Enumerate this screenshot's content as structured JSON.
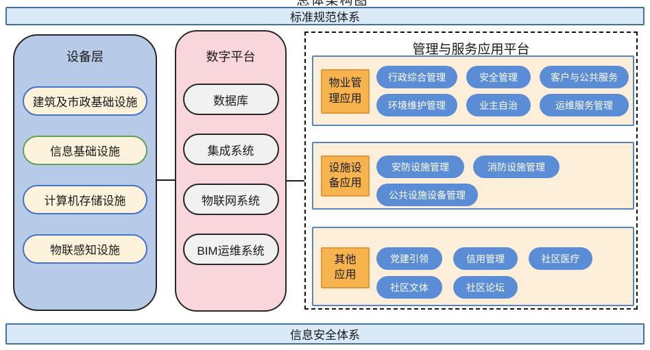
{
  "title_partial": "总体架构图",
  "top_bar": {
    "label": "标准规范体系"
  },
  "bottom_bar": {
    "label": "信息安全体系"
  },
  "device_layer": {
    "title": "设备层",
    "items": [
      {
        "label": "建筑及市政基础设施",
        "border_color": "#4472c4"
      },
      {
        "label": "信息基础设施",
        "border_color": "#5fa157"
      },
      {
        "label": "计算机存储设施",
        "border_color": "#4472c4"
      },
      {
        "label": "物联感知设施",
        "border_color": "#4472c4"
      }
    ]
  },
  "digital_platform": {
    "title": "数字平台",
    "items": [
      {
        "label": "数据库"
      },
      {
        "label": "集成系统"
      },
      {
        "label": "物联网系统"
      },
      {
        "label": "BIM运维系统"
      }
    ]
  },
  "application_platform": {
    "title": "管理与服务应用平台",
    "groups": [
      {
        "label": "物业管\n理应用",
        "rows": [
          [
            "行政综合管理",
            "安全管理",
            "客户与公共服务"
          ],
          [
            "环境维护管理",
            "业主自治",
            "运维服务管理"
          ]
        ]
      },
      {
        "label": "设施设\n备应用",
        "rows": [
          [
            "安防设施管理",
            "消防设施管理"
          ],
          [
            "公共设施设备管理"
          ]
        ]
      },
      {
        "label": "其他\n应用",
        "rows": [
          [
            "党建引领",
            "信用管理",
            "社区医疗"
          ],
          [
            "社区文体",
            "社区论坛"
          ]
        ]
      }
    ]
  },
  "colors": {
    "bar_fill": "#d9e9f7",
    "bar_border": "#41719c",
    "device_column_fill": "#b7cbe9",
    "digital_column_fill": "#f8d6dc",
    "device_item_fill": "#fdf3dc",
    "digital_item_fill": "#f1f1f1",
    "group_fill": "#fdeeda",
    "group_border": "#5585c2",
    "tag_fill": "#f7b44e",
    "tag_border": "#e2973a",
    "pill_fill": "#5b8cd6",
    "pill_text": "#ffffff"
  }
}
